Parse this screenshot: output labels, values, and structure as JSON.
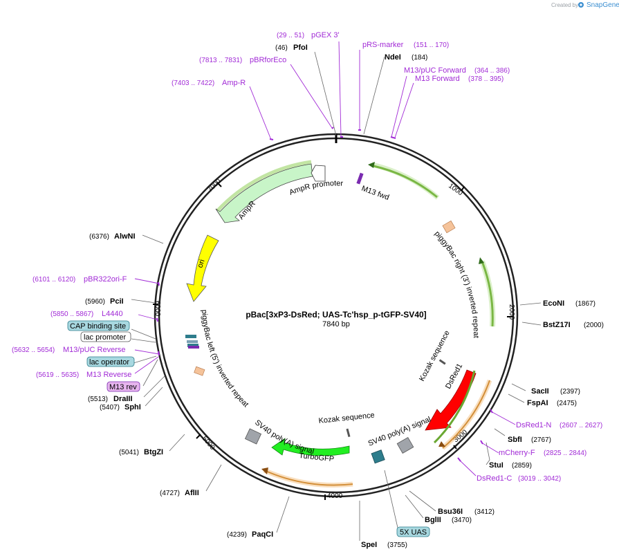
{
  "credit": {
    "text": "Created by",
    "logo": "SnapGene"
  },
  "title": "pBac[3xP3-DsRed; UAS-Tc'hsp_p-tGFP-SV40]",
  "length_label": "7840 bp",
  "ticks": [
    "1000",
    "2000",
    "3000",
    "4000",
    "5000",
    "6000",
    "7000"
  ],
  "enzymes": [
    {
      "name": "PfoI",
      "pos": "(46)"
    },
    {
      "name": "NdeI",
      "pos": "(184)"
    },
    {
      "name": "EcoNI",
      "pos": "(1867)"
    },
    {
      "name": "BstZ17I",
      "pos": "(2000)"
    },
    {
      "name": "SacII",
      "pos": "(2397)"
    },
    {
      "name": "FspAI",
      "pos": "(2475)"
    },
    {
      "name": "SbfI",
      "pos": "(2767)"
    },
    {
      "name": "StuI",
      "pos": "(2859)"
    },
    {
      "name": "Bsu36I",
      "pos": "(3412)"
    },
    {
      "name": "BglII",
      "pos": "(3470)"
    },
    {
      "name": "SpeI",
      "pos": "(3755)"
    },
    {
      "name": "PaqCI",
      "pos": "(4239)"
    },
    {
      "name": "AflII",
      "pos": "(4727)"
    },
    {
      "name": "BtgZI",
      "pos": "(5041)"
    },
    {
      "name": "SphI",
      "pos": "(5407)"
    },
    {
      "name": "DraIII",
      "pos": "(5513)"
    },
    {
      "name": "PciI",
      "pos": "(5960)"
    },
    {
      "name": "AlwNI",
      "pos": "(6376)"
    }
  ],
  "primers": [
    {
      "name": "pGEX 3'",
      "range": "(29 .. 51)"
    },
    {
      "name": "pRS-marker",
      "range": "(151 .. 170)"
    },
    {
      "name": "M13/pUC Forward",
      "range": "(364 .. 386)"
    },
    {
      "name": "M13 Forward",
      "range": "(378 .. 395)"
    },
    {
      "name": "pBRforEco",
      "range": "(7813 .. 7831)"
    },
    {
      "name": "Amp-R",
      "range": "(7403 .. 7422)"
    },
    {
      "name": "pBR322ori-F",
      "range": "(6101 .. 6120)"
    },
    {
      "name": "L4440",
      "range": "(5850 .. 5867)"
    },
    {
      "name": "M13/pUC Reverse",
      "range": "(5632 .. 5654)"
    },
    {
      "name": "M13 Reverse",
      "range": "(5619 .. 5635)"
    },
    {
      "name": "DsRed1-N",
      "range": "(2607 .. 2627)"
    },
    {
      "name": "mCherry-F",
      "range": "(2825 .. 2844)"
    },
    {
      "name": "DsRed1-C",
      "range": "(3019 .. 3042)"
    }
  ],
  "boxed": [
    {
      "name": "CAP binding site"
    },
    {
      "name": "lac promoter"
    },
    {
      "name": "lac operator"
    },
    {
      "name": "M13 rev"
    },
    {
      "name": "5X UAS"
    }
  ],
  "features": [
    {
      "name": "AmpR promoter"
    },
    {
      "name": "AmpR"
    },
    {
      "name": "ori"
    },
    {
      "name": "M13 fwd"
    },
    {
      "name": "piggyBac right (3') inverted repeat"
    },
    {
      "name": "piggyBac left (5') inverted repeat"
    },
    {
      "name": "Kozak sequence"
    },
    {
      "name": "DsRed1"
    },
    {
      "name": "SV40 poly(A) signal"
    },
    {
      "name": "Kozak sequence"
    },
    {
      "name": "SV40 poly(A) signal"
    },
    {
      "name": "TurboGFP"
    }
  ],
  "colors": {
    "primer": "#a12ad6",
    "enzyme": "#000000",
    "ampr": "#c8f5c8",
    "ori": "#ffff00",
    "dsred": "#ff0000",
    "turbogfp": "#22ee22",
    "uas": "#2e7d8c",
    "polya": "#a0a4aa",
    "kozak_box": "#f5c39a",
    "orf_green": "#99d466",
    "orf_orange": "#f0b060"
  }
}
